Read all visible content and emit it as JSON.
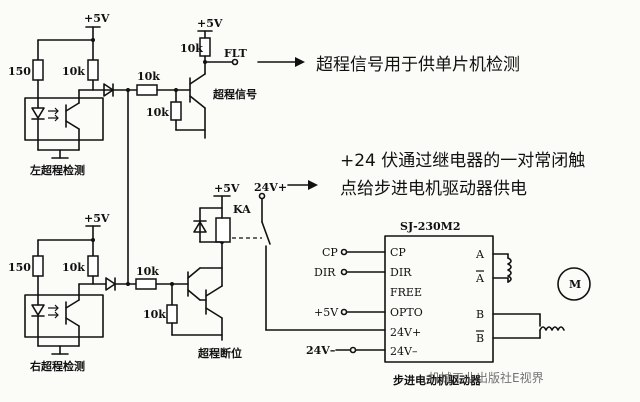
{
  "labels": {
    "vcc_top": "+5V",
    "vcc_relay_coil": "+5V",
    "vcc_bottom": "+5V",
    "v24_top": "24V+",
    "v24_bottom": "24V–",
    "r150_top": "150",
    "r10k_a": "10k",
    "r10k_b": "10k",
    "r10k_c": "10k",
    "r10k_d": "10k",
    "r150_bottom": "150",
    "r10k_e": "10k",
    "r10k_f": "10k",
    "r10k_g": "10k",
    "flt": "FLT",
    "relay_ka": "KA",
    "chip_name": "SJ-230M2",
    "chip_pins_left": [
      "CP",
      "DIR",
      "FREE",
      "OPTO",
      "24V+",
      "24V–"
    ],
    "chip_pins_right": [
      "A",
      "A",
      "B",
      "B"
    ],
    "ext_cp": "CP",
    "ext_dir": "DIR",
    "ext_5v": "+5V",
    "motor": "M",
    "left_sensor": "左超程检测",
    "right_sensor": "右超程检测",
    "overtravel_signal": "超程信号",
    "overtravel_cut": "超程断位",
    "chip_bottom": "步进电动机驱动器"
  },
  "notes": {
    "note1": "超程信号用于供单片机检测",
    "note2_line1": "+24  伏通过继电器的一对常闭触",
    "note2_line2": "点给步进电机驱动器供电"
  },
  "watermark": "机械工业出版社E视界"
}
